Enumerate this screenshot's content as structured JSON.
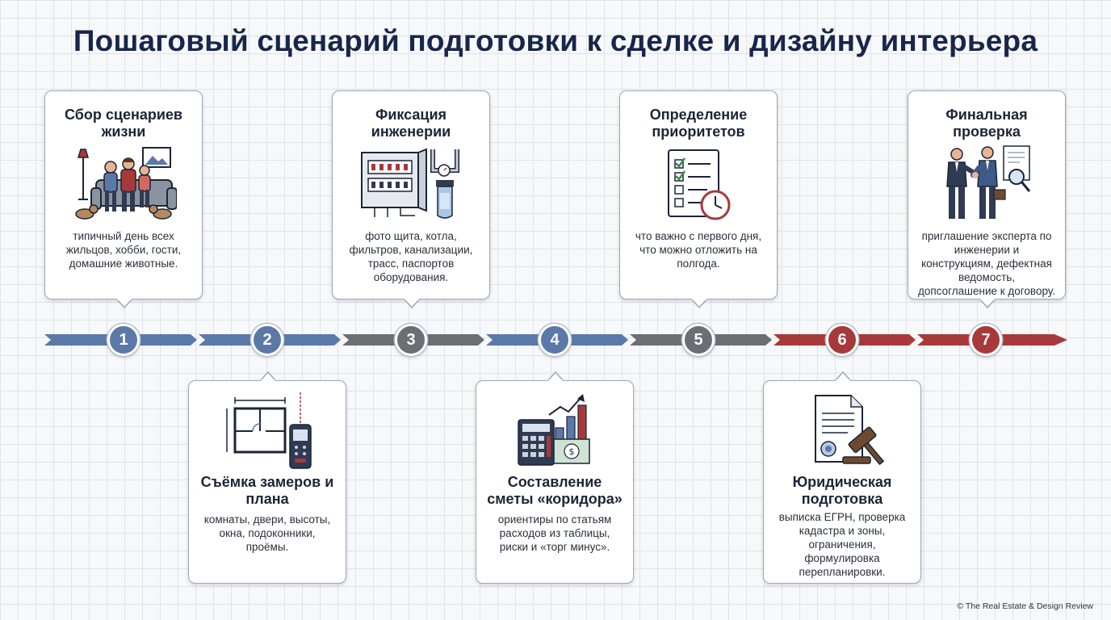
{
  "title": "Пошаговый сценарий подготовки к сделке и дизайну интерьера",
  "credit": "© The Real Estate & Design Review",
  "colors": {
    "blue": "#5b79a8",
    "gray": "#6b6e73",
    "red": "#a8393b",
    "title": "#17274a"
  },
  "steps": [
    {
      "number": "1",
      "title": "Сбор сценариев жизни",
      "description": "типичный день всех жильцов, хобби, гости, домашние животные.",
      "icon": "family-living-room-icon",
      "color": "#5b79a8"
    },
    {
      "number": "2",
      "title": "Съёмка замеров и плана",
      "description": "комнаты, двери, высоты, окна, подоконники, проёмы.",
      "icon": "floor-plan-laser-meter-icon",
      "color": "#5b79a8"
    },
    {
      "number": "3",
      "title": "Фиксация инженерии",
      "description": "фото щита, котла, фильтров, канализации, трасс, паспортов оборудования.",
      "icon": "electrical-panel-pipes-icon",
      "color": "#6b6e73"
    },
    {
      "number": "4",
      "title": "Составление сметы «коридора»",
      "description": "ориентиры по статьям расходов из таблицы, риски и «торг минус».",
      "icon": "calculator-chart-icon",
      "color": "#5b79a8"
    },
    {
      "number": "5",
      "title": "Определение приоритетов",
      "description": "что важно с первого дня, что можно отложить на полгода.",
      "icon": "checklist-clock-icon",
      "color": "#6b6e73"
    },
    {
      "number": "6",
      "title": "Юридическая подготовка",
      "description": "выписка ЕГРН, проверка кадастра и зоны, ограничения, формулировка перепланировки.",
      "icon": "document-gavel-icon",
      "color": "#a8393b"
    },
    {
      "number": "7",
      "title": "Финальная проверка",
      "description": "приглашение эксперта по инженерии и конструкциям, дефектная ведомость, допсоглашение к договору.",
      "icon": "handshake-inspection-icon",
      "color": "#a8393b"
    }
  ]
}
